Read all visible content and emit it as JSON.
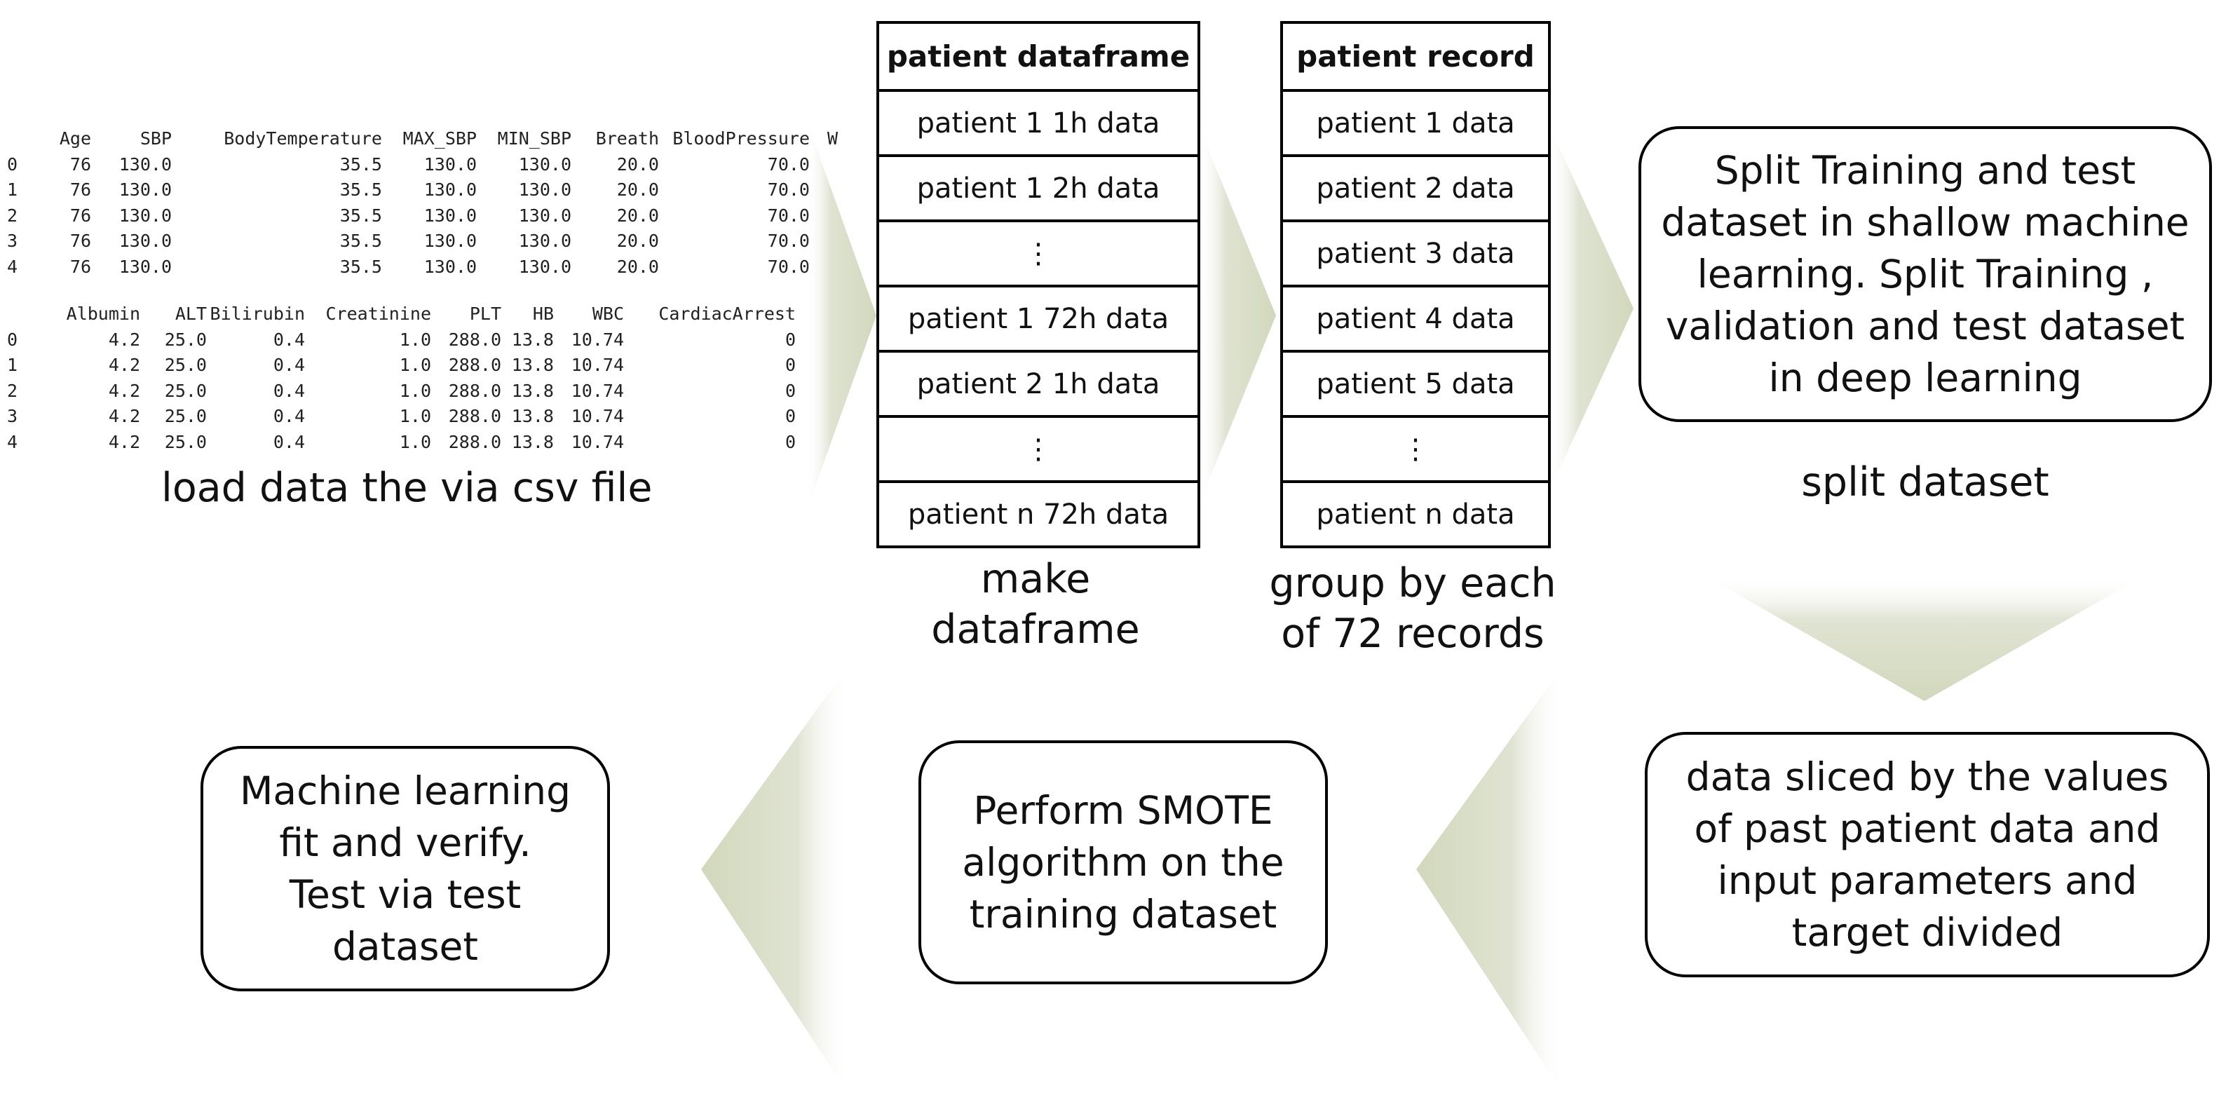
{
  "csv_table_1": {
    "columns": [
      "",
      "Age",
      "SBP",
      "BodyTemperature",
      "MAX_SBP",
      "MIN_SBP",
      "Breath",
      "BloodPressure",
      "W"
    ],
    "rows": [
      [
        "0",
        "76",
        "130.0",
        "35.5",
        "130.0",
        "130.0",
        "20.0",
        "70.0",
        ""
      ],
      [
        "1",
        "76",
        "130.0",
        "35.5",
        "130.0",
        "130.0",
        "20.0",
        "70.0",
        ""
      ],
      [
        "2",
        "76",
        "130.0",
        "35.5",
        "130.0",
        "130.0",
        "20.0",
        "70.0",
        ""
      ],
      [
        "3",
        "76",
        "130.0",
        "35.5",
        "130.0",
        "130.0",
        "20.0",
        "70.0",
        ""
      ],
      [
        "4",
        "76",
        "130.0",
        "35.5",
        "130.0",
        "130.0",
        "20.0",
        "70.0",
        ""
      ]
    ]
  },
  "csv_table_2": {
    "columns": [
      "",
      "Albumin",
      "ALT",
      "Bilirubin",
      "Creatinine",
      "PLT",
      "HB",
      "WBC",
      "CardiacArrest"
    ],
    "rows": [
      [
        "0",
        "4.2",
        "25.0",
        "0.4",
        "1.0",
        "288.0",
        "13.8",
        "10.74",
        "0"
      ],
      [
        "1",
        "4.2",
        "25.0",
        "0.4",
        "1.0",
        "288.0",
        "13.8",
        "10.74",
        "0"
      ],
      [
        "2",
        "4.2",
        "25.0",
        "0.4",
        "1.0",
        "288.0",
        "13.8",
        "10.74",
        "0"
      ],
      [
        "3",
        "4.2",
        "25.0",
        "0.4",
        "1.0",
        "288.0",
        "13.8",
        "10.74",
        "0"
      ],
      [
        "4",
        "4.2",
        "25.0",
        "0.4",
        "1.0",
        "288.0",
        "13.8",
        "10.74",
        "0"
      ]
    ]
  },
  "step_load": {
    "caption": "load data the via csv file"
  },
  "step_dataframe": {
    "header": "patient dataframe",
    "rows": [
      "patient 1 1h data",
      "patient 1 2h data",
      "⋮",
      "patient 1 72h data",
      "patient 2 1h data",
      "⋮",
      "patient n 72h data"
    ],
    "caption_line1": "make",
    "caption_line2": "dataframe"
  },
  "step_record": {
    "header": "patient record",
    "rows": [
      "patient 1 data",
      "patient 2 data",
      "patient 3 data",
      "patient 4 data",
      "patient 5 data",
      "⋮",
      "patient n data"
    ],
    "caption_line1": "group by each",
    "caption_line2": "of 72 records"
  },
  "step_split": {
    "lines": [
      "Split Training and test",
      "dataset in shallow machine",
      "learning. Split Training ,",
      "validation and test dataset",
      "in deep learning"
    ],
    "caption": "split dataset"
  },
  "step_slice": {
    "lines": [
      "data sliced by the values",
      "of past patient data and",
      "input parameters and",
      "target divided"
    ]
  },
  "step_smote": {
    "lines": [
      "Perform SMOTE",
      "algorithm on the",
      "training dataset"
    ]
  },
  "step_ml": {
    "lines": [
      "Machine learning",
      "fit and verify.",
      "Test via test",
      "dataset"
    ]
  },
  "colors": {
    "arrow_fill": "#d9dec8",
    "border": "#000000"
  }
}
